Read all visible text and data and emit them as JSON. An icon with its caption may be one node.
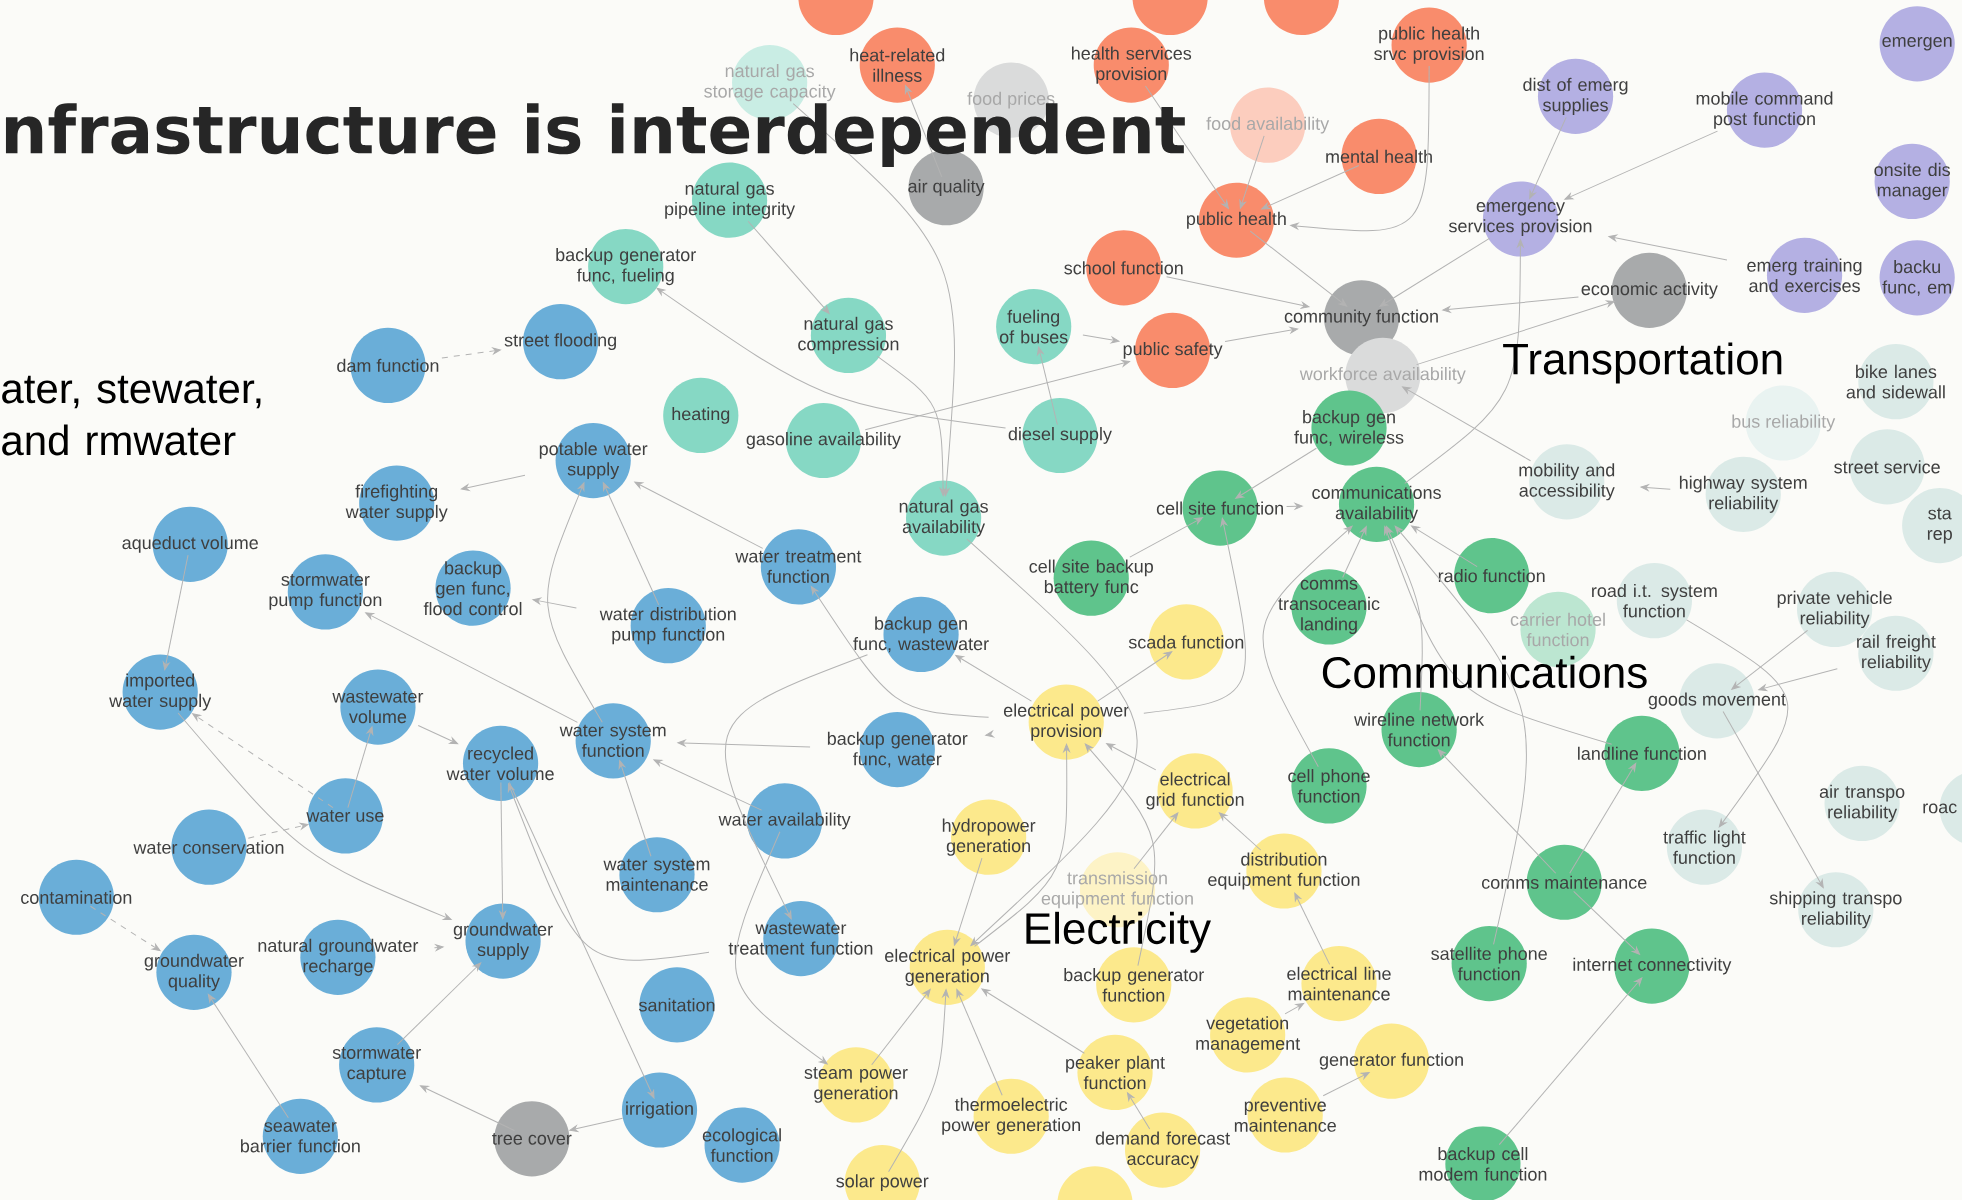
{
  "diagram": {
    "title": "nfrastructure is interdependent",
    "nodes": [
      {
        "text": [
          "dam function"
        ]
      },
      {
        "text": [
          "street flooding"
        ]
      },
      {
        "text": [
          "potable water supply"
        ]
      },
      {
        "text": [
          "firefighting water supply"
        ]
      },
      {
        "text": [
          "aqueduct volume"
        ]
      },
      {
        "text": [
          "stormwater pump function"
        ]
      },
      {
        "text": [
          "backup gen func, flood control"
        ]
      },
      {
        "text": [
          "water treatment function"
        ]
      },
      {
        "text": [
          "water distribution pump function"
        ]
      },
      {
        "text": [
          "backup gen func, wastewater"
        ]
      },
      {
        "text": [
          "imported water supply"
        ]
      },
      {
        "text": [
          "wastewater volume"
        ]
      },
      {
        "text": [
          "water system function"
        ]
      },
      {
        "text": [
          "recycled water volume"
        ]
      },
      {
        "text": [
          "backup generator func, water"
        ]
      },
      {
        "text": [
          "water use"
        ]
      },
      {
        "text": [
          "water availability"
        ]
      },
      {
        "text": [
          "water conservation"
        ]
      },
      {
        "text": [
          "contamination"
        ]
      },
      {
        "text": [
          "water system maintenance"
        ]
      },
      {
        "text": [
          "groundwater supply"
        ]
      },
      {
        "text": [
          "natural groundwater recharge"
        ]
      },
      {
        "text": [
          "groundwater quality"
        ]
      },
      {
        "text": [
          "wastewater treatment function"
        ]
      },
      {
        "text": [
          "sanitation"
        ]
      },
      {
        "text": [
          "stormwater capture"
        ]
      },
      {
        "text": [
          "irrigation"
        ]
      },
      {
        "text": [
          "seawater barrier function"
        ]
      },
      {
        "text": [
          "tree cover"
        ]
      },
      {
        "text": [
          "ecological function"
        ]
      },
      {
        "text": [
          "natural gas storage capacity"
        ]
      },
      {
        "text": [
          "natural gas pipeline integrity"
        ]
      },
      {
        "text": [
          "backup generator func, fueling"
        ]
      },
      {
        "text": [
          "natural gas compression"
        ]
      },
      {
        "text": [
          "fueling of buses"
        ]
      },
      {
        "text": [
          "heating"
        ]
      },
      {
        "text": [
          "gasoline availability"
        ]
      },
      {
        "text": [
          "diesel supply"
        ]
      },
      {
        "text": [
          "natural gas availability"
        ]
      },
      {
        "text": [
          "heat-related illness"
        ]
      },
      {
        "text": [
          "health services provision"
        ]
      },
      {
        "text": [
          "food prices"
        ]
      },
      {
        "text": [
          "food availability"
        ]
      },
      {
        "text": [
          "air quality"
        ]
      },
      {
        "text": [
          "public health srvc provision"
        ]
      },
      {
        "text": [
          "mental health"
        ]
      },
      {
        "text": [
          "public health"
        ]
      },
      {
        "text": [
          "school function"
        ]
      },
      {
        "text": [
          "public safety"
        ]
      },
      {
        "text": [
          "dist of emerg supplies"
        ]
      },
      {
        "text": [
          "mobile command post function"
        ]
      },
      {
        "text": [
          "emergen"
        ]
      },
      {
        "text": [
          "onsite dis manager"
        ]
      },
      {
        "text": [
          "emergency services provision"
        ]
      },
      {
        "text": [
          "economic activity"
        ]
      },
      {
        "text": [
          "emerg training and exercises"
        ]
      },
      {
        "text": [
          "backu func, em"
        ]
      },
      {
        "text": [
          "community function"
        ]
      },
      {
        "text": [
          "workforce availability"
        ]
      },
      {
        "text": [
          "backup gen func, wireless"
        ]
      },
      {
        "text": [
          "communications availability"
        ]
      },
      {
        "text": [
          "cell site function"
        ]
      },
      {
        "text": [
          "cell site backup battery func"
        ]
      },
      {
        "text": [
          "radio function"
        ]
      },
      {
        "text": [
          "comms transoceanic landing"
        ]
      },
      {
        "text": [
          "carrier hotel function"
        ]
      },
      {
        "text": [
          "wireline network function"
        ]
      },
      {
        "text": [
          "cell phone function"
        ]
      },
      {
        "text": [
          "landline function"
        ]
      },
      {
        "text": [
          "comms maintenance"
        ]
      },
      {
        "text": [
          "satellite phone function"
        ]
      },
      {
        "text": [
          "internet connectivity"
        ]
      },
      {
        "text": [
          "backup cell modem function"
        ]
      },
      {
        "text": [
          "bus reliability"
        ]
      },
      {
        "text": [
          "bike lanes and sidewall"
        ]
      },
      {
        "text": [
          "mobility and accessibility"
        ]
      },
      {
        "text": [
          "highway system reliability"
        ]
      },
      {
        "text": [
          "street service"
        ]
      },
      {
        "text": [
          "sta rep"
        ]
      },
      {
        "text": [
          "road i.t. system function"
        ]
      },
      {
        "text": [
          "private vehicle reliability"
        ]
      },
      {
        "text": [
          "rail freight reliability"
        ]
      },
      {
        "text": [
          "goods movement"
        ]
      },
      {
        "text": [
          "traffic light function"
        ]
      },
      {
        "text": [
          "air transpo reliability"
        ]
      },
      {
        "text": [
          "roac"
        ]
      },
      {
        "text": [
          "shipping transpo reliability"
        ]
      },
      {
        "text": [
          "scada function"
        ]
      },
      {
        "text": [
          "electrical power provision"
        ]
      },
      {
        "text": [
          "electrical grid function"
        ]
      },
      {
        "text": [
          "hydropower generation"
        ]
      },
      {
        "text": [
          "transmission equipment function"
        ]
      },
      {
        "text": [
          "distribution equipment function"
        ]
      },
      {
        "text": [
          "electrical power generation"
        ]
      },
      {
        "text": [
          "backup generator function"
        ]
      },
      {
        "text": [
          "electrical line maintenance"
        ]
      },
      {
        "text": [
          "vegetation management"
        ]
      },
      {
        "text": [
          "generator function"
        ]
      },
      {
        "text": [
          "peaker plant function"
        ]
      },
      {
        "text": [
          "steam power generation"
        ]
      },
      {
        "text": [
          "thermoelectric power generation"
        ]
      },
      {
        "text": [
          "preventive maintenance"
        ]
      },
      {
        "text": [
          "demand forecast accuracy"
        ]
      },
      {
        "text": [
          "solar power"
        ]
      },
      {
        "text": [],
        "shape": "circle"
      },
      {
        "text": [],
        "shape": "circle"
      },
      {
        "text": [],
        "shape": "circle"
      },
      {
        "text": [],
        "shape": "circle"
      }
    ],
    "edges": [
      {
        "from": 4,
        "to": 10,
        "arrow": "to"
      },
      {
        "from": 10,
        "to": 20,
        "arrow": "to"
      },
      {
        "from": 15,
        "to": 11,
        "arrow": "to"
      },
      {
        "from": 11,
        "to": 13,
        "arrow": "to"
      },
      {
        "from": 13,
        "to": 20,
        "arrow": "to"
      },
      {
        "from": 21,
        "to": 20,
        "arrow": "to"
      },
      {
        "from": 25,
        "to": 20,
        "arrow": "to"
      },
      {
        "from": 27,
        "to": 22,
        "arrow": "to"
      },
      {
        "from": 18,
        "to": 22,
        "arrow": "to",
        "style": "dashed"
      },
      {
        "from": 28,
        "to": 25,
        "arrow": "to"
      },
      {
        "from": 26,
        "to": 28,
        "arrow": "to"
      },
      {
        "from": 17,
        "to": 15,
        "arrow": "to",
        "style": "dashed"
      },
      {
        "from": 15,
        "to": 10,
        "arrow": "to",
        "style": "dashed"
      },
      {
        "from": 8,
        "to": 6,
        "arrow": "to"
      },
      {
        "from": 12,
        "to": 5,
        "arrow": "to"
      },
      {
        "from": 0,
        "to": 1,
        "arrow": "to",
        "style": "dashed"
      },
      {
        "from": 2,
        "to": 3,
        "arrow": "to"
      },
      {
        "from": 12,
        "to": 2,
        "arrow": "to"
      },
      {
        "from": 8,
        "to": 2,
        "arrow": "to"
      },
      {
        "from": 7,
        "to": 2,
        "arrow": "to"
      },
      {
        "from": 19,
        "to": 12,
        "arrow": "to"
      },
      {
        "from": 13,
        "to": 26,
        "arrow": "to"
      },
      {
        "from": 23,
        "to": 13,
        "arrow": "to"
      },
      {
        "from": 16,
        "to": 12,
        "arrow": "to"
      },
      {
        "from": 14,
        "to": 12,
        "arrow": "to"
      },
      {
        "from": 9,
        "to": 23,
        "arrow": "to"
      },
      {
        "from": 88,
        "to": 14,
        "arrow": "to"
      },
      {
        "from": 88,
        "to": 9,
        "arrow": "to"
      },
      {
        "from": 88,
        "to": 7,
        "arrow": "to"
      },
      {
        "from": 88,
        "to": 61,
        "arrow": "to"
      },
      {
        "from": 88,
        "to": 87,
        "arrow": "to"
      },
      {
        "from": 93,
        "to": 88,
        "arrow": "to"
      },
      {
        "from": 90,
        "to": 93,
        "arrow": "to"
      },
      {
        "from": 99,
        "to": 93,
        "arrow": "to"
      },
      {
        "from": 100,
        "to": 93,
        "arrow": "to"
      },
      {
        "from": 98,
        "to": 93,
        "arrow": "to"
      },
      {
        "from": 103,
        "to": 93,
        "arrow": "to"
      },
      {
        "from": 89,
        "to": 88,
        "arrow": "to"
      },
      {
        "from": 91,
        "to": 89,
        "arrow": "to"
      },
      {
        "from": 92,
        "to": 89,
        "arrow": "to"
      },
      {
        "from": 95,
        "to": 92,
        "arrow": "to"
      },
      {
        "from": 96,
        "to": 95,
        "arrow": "to"
      },
      {
        "from": 101,
        "to": 97,
        "arrow": "to"
      },
      {
        "from": 102,
        "to": 98,
        "arrow": "to"
      },
      {
        "from": 94,
        "to": 88,
        "arrow": "to"
      },
      {
        "from": 16,
        "to": 99,
        "arrow": "to"
      },
      {
        "from": 38,
        "to": 93,
        "arrow": "to"
      },
      {
        "from": 33,
        "to": 38,
        "arrow": "to"
      },
      {
        "from": 31,
        "to": 33,
        "arrow": "to"
      },
      {
        "from": 30,
        "to": 38,
        "arrow": "to"
      },
      {
        "from": 37,
        "to": 34,
        "arrow": "to"
      },
      {
        "from": 34,
        "to": 48,
        "arrow": "to"
      },
      {
        "from": 37,
        "to": 32,
        "arrow": "to"
      },
      {
        "from": 47,
        "to": 57,
        "arrow": "to"
      },
      {
        "from": 46,
        "to": 57,
        "arrow": "to"
      },
      {
        "from": 48,
        "to": 57,
        "arrow": "to"
      },
      {
        "from": 53,
        "to": 57,
        "arrow": "to"
      },
      {
        "from": 54,
        "to": 57,
        "arrow": "to"
      },
      {
        "from": 40,
        "to": 46,
        "arrow": "to"
      },
      {
        "from": 44,
        "to": 46,
        "arrow": "to"
      },
      {
        "from": 45,
        "to": 46,
        "arrow": "to"
      },
      {
        "from": 42,
        "to": 46,
        "arrow": "to"
      },
      {
        "from": 61,
        "to": 60,
        "arrow": "to"
      },
      {
        "from": 59,
        "to": 61,
        "arrow": "to"
      },
      {
        "from": 62,
        "to": 61,
        "arrow": "to"
      },
      {
        "from": 63,
        "to": 60,
        "arrow": "to"
      },
      {
        "from": 64,
        "to": 60,
        "arrow": "to"
      },
      {
        "from": 66,
        "to": 60,
        "arrow": "to"
      },
      {
        "from": 67,
        "to": 60,
        "arrow": "to"
      },
      {
        "from": 68,
        "to": 60,
        "arrow": "to"
      },
      {
        "from": 60,
        "to": 53,
        "arrow": "to"
      },
      {
        "from": 69,
        "to": 66,
        "arrow": "to"
      },
      {
        "from": 69,
        "to": 68,
        "arrow": "to"
      },
      {
        "from": 69,
        "to": 71,
        "arrow": "to"
      },
      {
        "from": 70,
        "to": 60,
        "arrow": "to"
      },
      {
        "from": 72,
        "to": 71,
        "arrow": "to"
      },
      {
        "from": 79,
        "to": 83,
        "arrow": "to"
      },
      {
        "from": 80,
        "to": 82,
        "arrow": "to"
      },
      {
        "from": 81,
        "to": 82,
        "arrow": "to"
      },
      {
        "from": 82,
        "to": 86,
        "arrow": "to"
      },
      {
        "from": 76,
        "to": 75,
        "arrow": "to"
      },
      {
        "from": 75,
        "to": 58,
        "arrow": "to"
      },
      {
        "from": 58,
        "to": 54,
        "arrow": "to"
      },
      {
        "from": 49,
        "to": 53,
        "arrow": "to"
      },
      {
        "from": 50,
        "to": 53,
        "arrow": "to"
      },
      {
        "from": 55,
        "to": 53,
        "arrow": "to"
      },
      {
        "from": 43,
        "to": 39,
        "arrow": "to"
      },
      {
        "from": 36,
        "to": 48,
        "arrow": "to"
      }
    ],
    "labels": [
      "ater, stewater, and rmwater",
      "Transportation",
      "Communications",
      "Electricity"
    ]
  }
}
